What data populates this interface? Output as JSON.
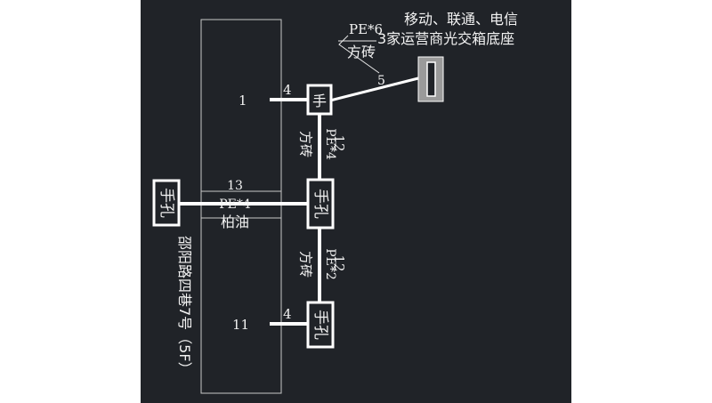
{
  "labels": {
    "cable_top": "PE*6",
    "brick_top": "方砖",
    "operators_line1": "移动、联通、电信",
    "operators_line2": "3家运营商光交箱底座",
    "num_4a": "4",
    "num_5": "5",
    "num_1": "1",
    "num_12a": "12",
    "pe4_vertical": "PE*4",
    "brick_v1": "方砖",
    "num_13": "13",
    "pe4_horizontal": "PE*4",
    "asphalt": "柏油",
    "num_12b": "12",
    "pe2_vertical": "PE*2",
    "brick_v2": "方砖",
    "num_11": "11",
    "num_4b": "4",
    "building_name": "邵阳路四巷7号（5F）"
  },
  "handholes": {
    "top_text": "手",
    "middle_text": "手孔",
    "left_text": "手孔",
    "bottom_text": "手孔"
  },
  "colors": {
    "background": "#202328",
    "line": "#ffffff",
    "thin_line": "#c8c8c8"
  }
}
